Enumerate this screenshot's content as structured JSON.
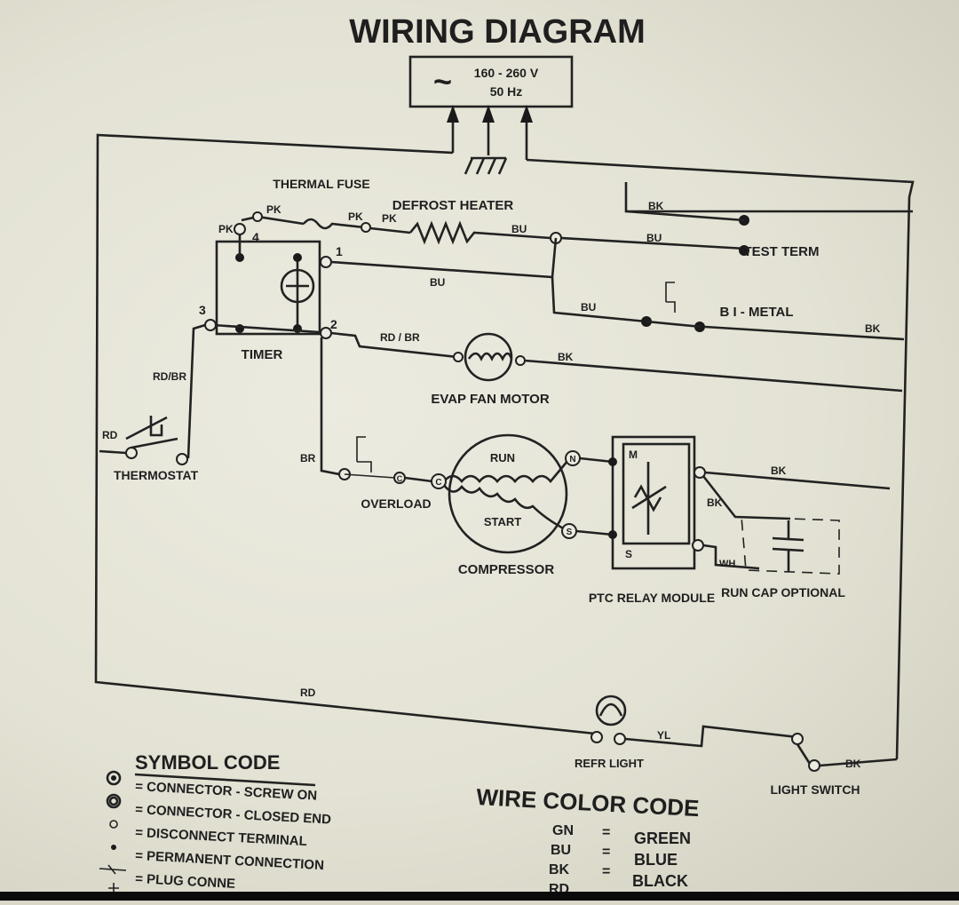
{
  "title": "WIRING DIAGRAM",
  "power": {
    "voltage": "160 - 260 V",
    "frequency": "50 Hz",
    "symbol": "~"
  },
  "components": {
    "thermal_fuse": "THERMAL FUSE",
    "defrost_heater": "DEFROST HEATER",
    "test_term": "TEST TERM",
    "bimetal": "B I - METAL",
    "timer": "TIMER",
    "evap_fan_motor": "EVAP FAN MOTOR",
    "thermostat": "THERMOSTAT",
    "overload": "OVERLOAD",
    "compressor": "COMPRESSOR",
    "run": "RUN",
    "start": "START",
    "ptc_relay": "PTC RELAY MODULE",
    "run_cap": "RUN CAP OPTIONAL",
    "refr_light": "REFR LIGHT",
    "light_switch": "LIGHT SWITCH"
  },
  "terminal_labels": {
    "t1": "1",
    "t2": "2",
    "t3": "3",
    "t4": "4",
    "c1": "C",
    "c2": "C",
    "n": "N",
    "s": "S",
    "m": "M",
    "s_box": "S"
  },
  "wire_labels": {
    "pk1": "PK",
    "pk2": "PK",
    "pk3": "PK",
    "pk4": "PK",
    "bu1": "BU",
    "bu2": "BU",
    "bu3": "BU",
    "bu4": "BU",
    "bk1": "BK",
    "bk2": "BK",
    "bk3": "BK",
    "bk4": "BK",
    "bk5": "BK",
    "bk6": "BK",
    "rdbr1": "RD / BR",
    "rdbr2": "RD/BR",
    "rd1": "RD",
    "rd2": "RD",
    "br": "BR",
    "wh": "WH",
    "yl": "YL"
  },
  "symbol_code": {
    "title": "SYMBOL CODE",
    "items": [
      "= CONNECTOR - SCREW ON",
      "= CONNECTOR - CLOSED END",
      "= DISCONNECT TERMINAL",
      "= PERMANENT CONNECTION",
      "= PLUG CONNE"
    ]
  },
  "wire_color_code": {
    "title": "WIRE COLOR CODE",
    "rows": [
      {
        "code": "GN",
        "eq": "=",
        "color": "GREEN"
      },
      {
        "code": "BU",
        "eq": "=",
        "color": "BLUE"
      },
      {
        "code": "BK",
        "eq": "=",
        "color": "BLACK"
      },
      {
        "code": "RD",
        "eq": "",
        "color": ""
      }
    ]
  }
}
